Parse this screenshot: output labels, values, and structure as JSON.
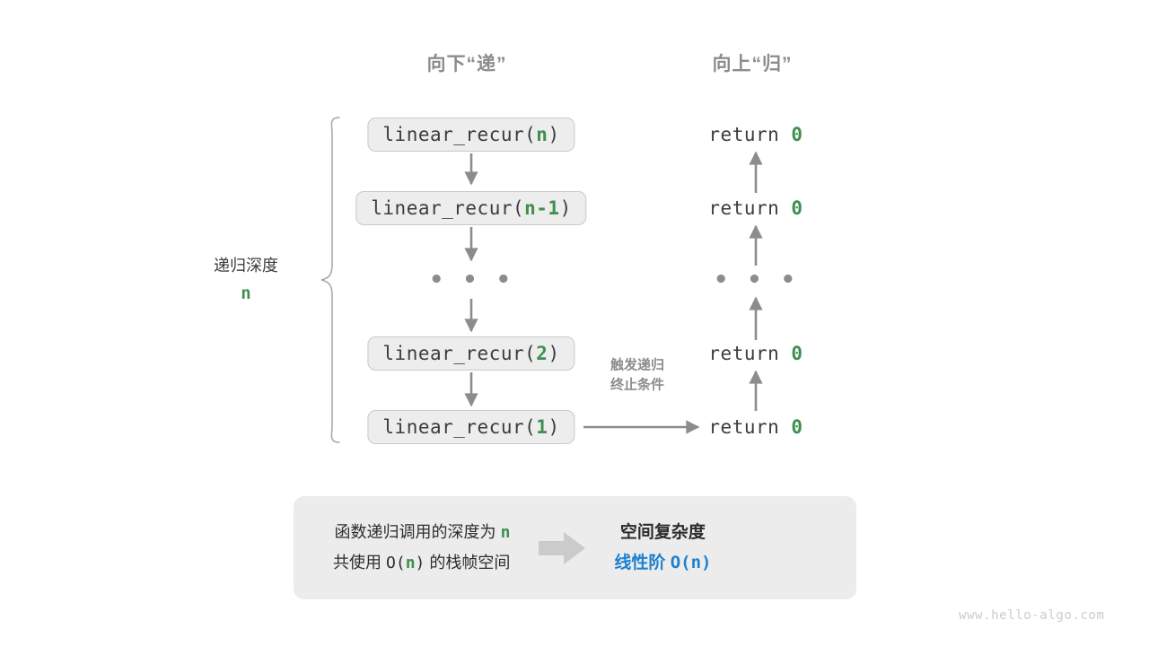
{
  "diagram": {
    "title_hidden": "",
    "headers": {
      "down": "向下“递”",
      "up": "向上“归”"
    },
    "depth_annotation": {
      "title": "递归深度",
      "variable": "n"
    },
    "side_note": {
      "line1": "触发递归",
      "line2": "终止条件"
    },
    "call_stack": [
      {
        "name": "linear_recur(",
        "arg": "n",
        "close": ")"
      },
      {
        "name": "linear_recur(",
        "arg": "n-1",
        "close": ")"
      },
      {
        "name": "linear_recur(",
        "arg": "2",
        "close": ")"
      },
      {
        "name": "linear_recur(",
        "arg": "1",
        "close": ")"
      }
    ],
    "ellipsis": "• • •",
    "returns": [
      {
        "keyword": "return",
        "value": "0"
      },
      {
        "keyword": "return",
        "value": "0"
      },
      {
        "keyword": "return",
        "value": "0"
      },
      {
        "keyword": "return",
        "value": "0"
      }
    ]
  },
  "summary": {
    "left_line1_prefix": "函数递归调用的深度为",
    "left_line1_var": "n",
    "left_line2_prefix": "共使用",
    "left_line2_expr_open": "O(",
    "left_line2_var": "n",
    "left_line2_expr_close": ")",
    "left_line2_suffix": "的栈帧空间",
    "right_title": "空间复杂度",
    "right_order": "线性阶",
    "right_value": "O(n)"
  },
  "watermark": "www.hello-algo.com",
  "colors": {
    "accent_green": "#3f8f4f",
    "accent_blue": "#1f80cf",
    "gray_text": "#8c8c8c",
    "box_fill": "#ededed",
    "box_border": "#c9c9c9",
    "panel_fill": "#ececec",
    "arrow": "#8c8c8c",
    "watermark": "#cccccc"
  }
}
